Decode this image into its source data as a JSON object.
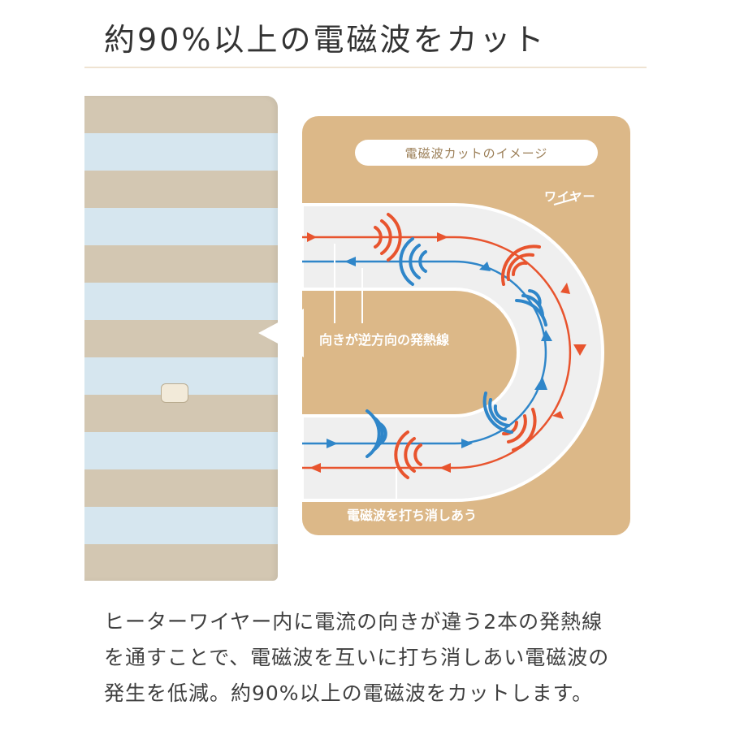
{
  "header": {
    "title": "約90%以上の電磁波をカット"
  },
  "diagram": {
    "badge": "電磁波カットのイメージ",
    "wire_label": "ワイヤー",
    "reverse_label": "向きが逆方向の発熱線",
    "cancel_label": "電磁波を打ち消しあう",
    "colors": {
      "card": "#dcb888",
      "red_wire": "#e8542e",
      "blue_wire": "#2f86c9",
      "track": "#efefef"
    }
  },
  "description": {
    "lines": [
      "ヒーターワイヤー内に電流の向きが違う2本の発熱線",
      "を通すことで、電磁波を互いに打ち消しあい電磁波の",
      "発生を低減。約90%以上の電磁波をカットします。"
    ]
  }
}
